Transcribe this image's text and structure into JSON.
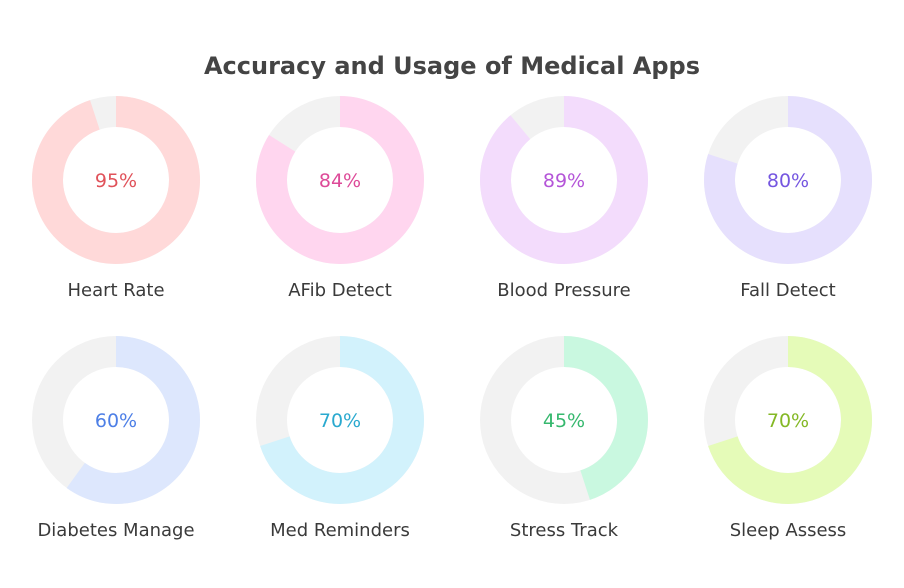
{
  "chart_data": {
    "type": "donut",
    "title": "Accuracy and Usage of Medical Apps",
    "unit": "%",
    "items": [
      {
        "label": "Heart Rate",
        "value": 95,
        "display": "95%",
        "fill": "#ffd9d9",
        "text_color": "#e0525a"
      },
      {
        "label": "AFib Detect",
        "value": 84,
        "display": "84%",
        "fill": "#ffd6ef",
        "text_color": "#dd4a98"
      },
      {
        "label": "Blood Pressure",
        "value": 89,
        "display": "89%",
        "fill": "#f3dcfc",
        "text_color": "#b455d8"
      },
      {
        "label": "Fall Detect",
        "value": 80,
        "display": "80%",
        "fill": "#e6e0fd",
        "text_color": "#7556e0"
      },
      {
        "label": "Diabetes Manage",
        "value": 60,
        "display": "60%",
        "fill": "#dde7fd",
        "text_color": "#4d7fe6"
      },
      {
        "label": "Med Reminders",
        "value": 70,
        "display": "70%",
        "fill": "#d2f2fc",
        "text_color": "#2aa9cf"
      },
      {
        "label": "Stress Track",
        "value": 45,
        "display": "45%",
        "fill": "#c9f8e0",
        "text_color": "#36b86e"
      },
      {
        "label": "Sleep Assess",
        "value": 70,
        "display": "70%",
        "fill": "#e5fbb8",
        "text_color": "#84b825"
      }
    ],
    "track_color": "#f2f2f2"
  }
}
